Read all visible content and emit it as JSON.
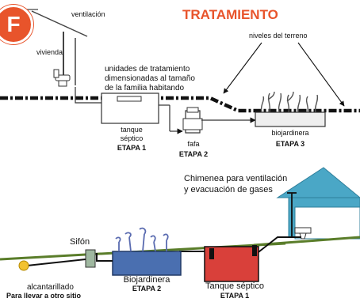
{
  "badge": {
    "letter": "F",
    "color": "#e8542b"
  },
  "title": "TRATAMIENTO",
  "top_diagram": {
    "labels": {
      "ventilation": "ventilación",
      "dwelling": "vivienda",
      "terrain_levels": "niveles del terreno",
      "units_line1": "unidades de tratamiento",
      "units_line2": "dimensionadas al tamaño",
      "units_line3": "de la familia habitando",
      "septic_tank_line1": "tanque",
      "septic_tank_line2": "séptico",
      "stage1": "ETAPA 1",
      "fafa": "fafa",
      "stage2": "ETAPA 2",
      "biogarden": "biojardinera",
      "stage3": "ETAPA 3"
    }
  },
  "bottom_diagram": {
    "labels": {
      "chimney_line1": "Chimenea para ventilación",
      "chimney_line2": "y evacuación de gases",
      "siphon": "Sifón",
      "sewer": "alcantarillado",
      "other_site": "Para llevar a otro sitio",
      "biogarden": "Biojardinera",
      "stage2": "ETAPA 2",
      "septic_tank": "Tanque séptico",
      "stage1": "ETAPA 1"
    }
  },
  "colors": {
    "accent": "#e8542b",
    "house_fill": "#4aa7c6",
    "tank_fill": "#d9403a",
    "biogarden_fill": "#4a6fb0",
    "ground_line": "#5a7d2a",
    "manhole": "#f2c230",
    "siphon": "#9fb8a0"
  }
}
